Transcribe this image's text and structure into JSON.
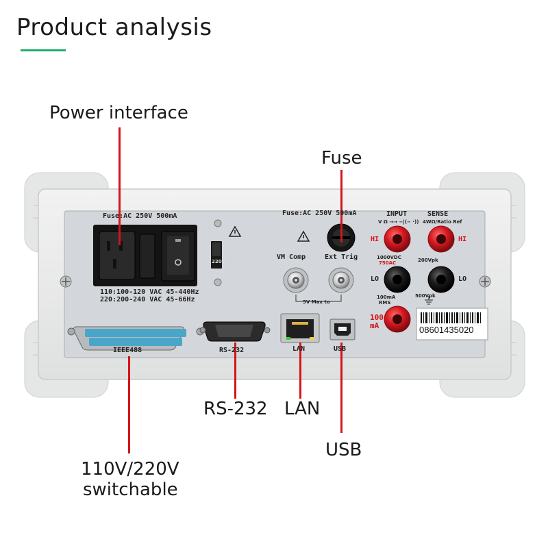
{
  "title": "Product analysis",
  "callouts": {
    "power": "Power interface",
    "fuse": "Fuse",
    "rs232": "RS-232",
    "lan": "LAN",
    "usb": "USB",
    "switch_line1": "110V/220V",
    "switch_line2": "switchable"
  },
  "panel": {
    "fuse_left": "Fuse:AC 250V 500mA",
    "fuse_right": "Fuse:AC 250V 500mA",
    "voltage_1": "110:100-120 VAC  45-440Hz",
    "voltage_2": "220:200-240 VAC  45-66Hz",
    "switch_label": "220V",
    "vm_comp": "VM Comp",
    "ext_trig": "Ext Trig",
    "bnc_max": "5V Max to",
    "ieee": "IEEE488",
    "rs232": "RS-232",
    "lan": "LAN",
    "usb": "USB",
    "input": "INPUT",
    "sense": "SENSE",
    "input_sub": "V Ω →→ −|(− ·))",
    "sense_sub": "4WΩ/Ratio Ref",
    "hi": "HI",
    "lo": "LO",
    "v1000": "1000VDC",
    "v750": "750AC",
    "v200": "200Vpk",
    "ma100": "100mA",
    "rms": "RMS",
    "v500": "500Vpk",
    "amp_1": "100",
    "amp_2": "mA",
    "serial": "08601435020"
  },
  "colors": {
    "accent_green": "#1fae6a",
    "callout_red": "#d4141a",
    "terminal_red": "#d61a22",
    "terminal_black": "#1c1c1c",
    "case_gray": "#e6e7e7",
    "panel_gray": "#d3d6da"
  }
}
